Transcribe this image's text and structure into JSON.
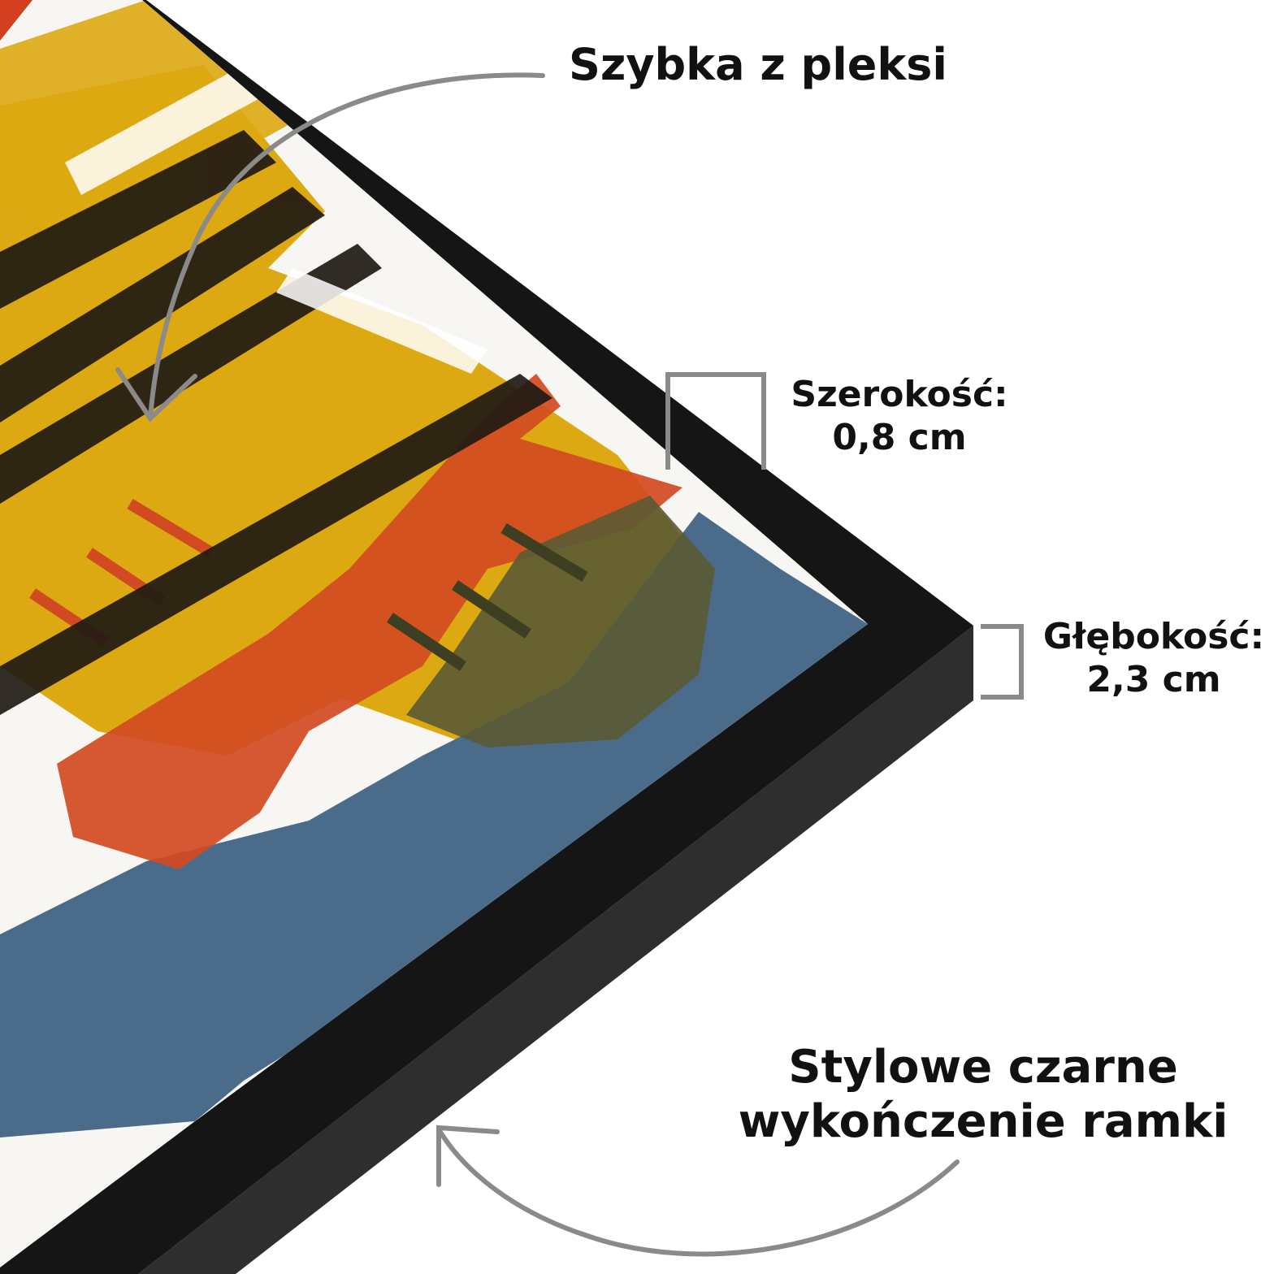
{
  "annotations": {
    "plexi": {
      "text": "Szybka z pleksi"
    },
    "width": {
      "title": "Szerokość:",
      "value": "0,8 cm"
    },
    "depth": {
      "title": "Głębokość:",
      "value": "2,3 cm"
    },
    "finish": {
      "line1": "Stylowe czarne",
      "line2": "wykończenie ramki"
    }
  },
  "colors": {
    "frame": "#151515",
    "frame_side": "#2c2c2c",
    "artwork_bg": "#f7f6f3",
    "yellow": "#dca912",
    "orange": "#d04220",
    "blue": "#4a6b8a",
    "olive": "#5a5a34",
    "dark_stripe": "#201a14",
    "callout": "#8a8a8a",
    "text": "#111111"
  },
  "icons": [
    "curved-arrow-icon",
    "dimension-bracket-icon"
  ]
}
